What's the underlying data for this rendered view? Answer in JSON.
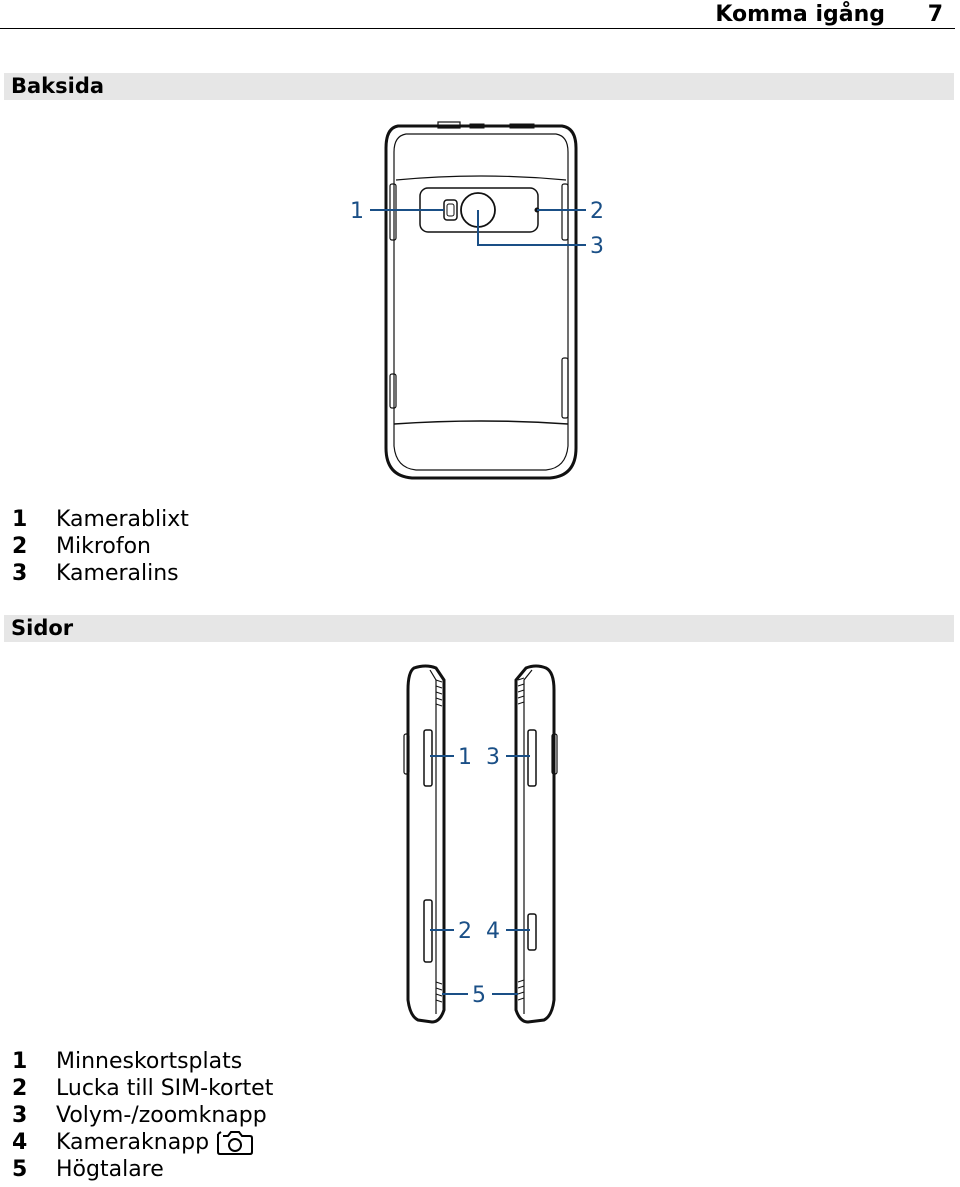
{
  "header": {
    "title": "Komma igång",
    "page_number": "7"
  },
  "sections": {
    "back": {
      "title": "Baksida"
    },
    "sides": {
      "title": "Sidor"
    }
  },
  "back_callouts": [
    "1",
    "2",
    "3"
  ],
  "side_callouts": [
    "1",
    "3",
    "2",
    "4",
    "5"
  ],
  "back_legend": [
    {
      "num": "1",
      "label": "Kamerablixt"
    },
    {
      "num": "2",
      "label": "Mikrofon"
    },
    {
      "num": "3",
      "label": "Kameralins"
    }
  ],
  "side_legend": [
    {
      "num": "1",
      "label": "Minneskortsplats"
    },
    {
      "num": "2",
      "label": "Lucka till SIM-kortet"
    },
    {
      "num": "3",
      "label": "Volym-/zoomknapp"
    },
    {
      "num": "4",
      "label": "Kameraknapp",
      "icon": "camera-icon"
    },
    {
      "num": "5",
      "label": "Högtalare"
    }
  ],
  "colors": {
    "callout": "#1a4f86",
    "section_bar": "#e6e6e6"
  }
}
